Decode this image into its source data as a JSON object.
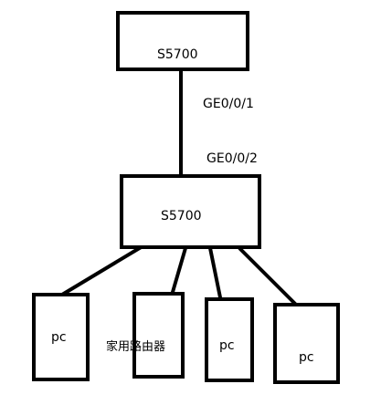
{
  "nodes": {
    "top_switch": {
      "label": "S5700"
    },
    "main_switch": {
      "label": "S5700"
    },
    "pc_1": {
      "label": "pc"
    },
    "home_router": {
      "label": "家用路由器"
    },
    "pc_2": {
      "label": "pc"
    },
    "pc_3": {
      "label": "pc"
    }
  },
  "ports": {
    "uplink": "GE0/0/1",
    "downlink": "GE0/0/2"
  },
  "colors": {
    "stroke": "#000000",
    "background": "#ffffff"
  }
}
